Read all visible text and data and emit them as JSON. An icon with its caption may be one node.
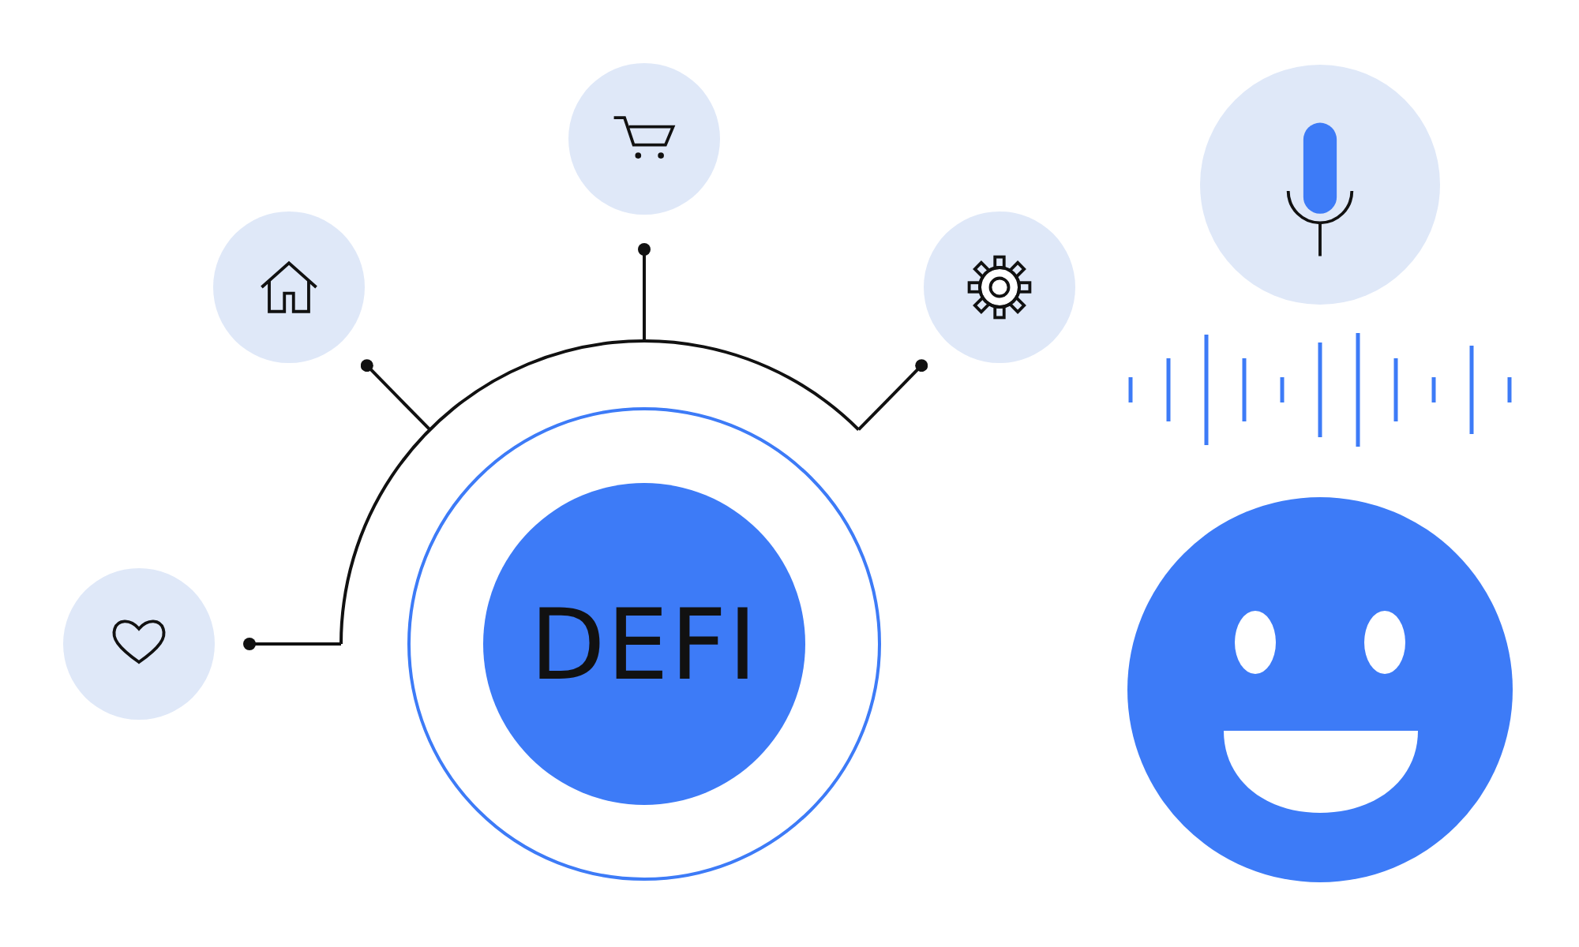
{
  "diagram": {
    "nodes": [
      {
        "text": [
          "DEFI"
        ]
      },
      {
        "text": [],
        "shape": "circle"
      },
      {
        "text": [],
        "shape": "circle"
      },
      {
        "text": [],
        "shape": "circle"
      },
      {
        "text": [],
        "shape": "circle"
      },
      {
        "text": [],
        "shape": "circle"
      }
    ],
    "edges": [
      {
        "from": 0,
        "to": 1,
        "arrow": "other"
      },
      {
        "from": 0,
        "to": 2,
        "arrow": "other"
      },
      {
        "from": 0,
        "to": 3,
        "arrow": "other"
      },
      {
        "from": 0,
        "to": 4,
        "arrow": "other"
      }
    ]
  }
}
